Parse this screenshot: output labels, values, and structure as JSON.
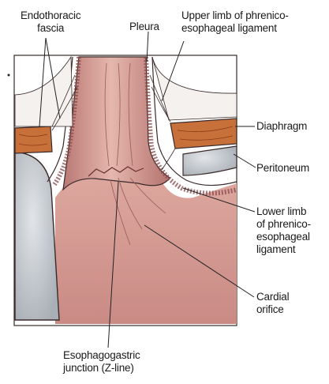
{
  "labels": {
    "endothoracic_fascia": [
      "Endothoracic",
      "fascia"
    ],
    "pleura": [
      "Pleura"
    ],
    "upper_limb": [
      "Upper limb of phrenico-",
      "esophageal ligament"
    ],
    "diaphragm": [
      "Diaphragm"
    ],
    "peritoneum": [
      "Peritoneum"
    ],
    "lower_limb": [
      "Lower limb",
      "of phrenico-",
      "esophageal",
      "ligament"
    ],
    "cardial_orifice": [
      "Cardial",
      "orifice"
    ],
    "ez_junction": [
      "Esophagogastric",
      "junction (Z-line)"
    ]
  },
  "colors": {
    "mucosa": "#c98b86",
    "mucosa_light": "#e7bdb4",
    "stomach": "#d39a92",
    "diaphragm_muscle": "#c8703a",
    "fluid_sac": "#c7ccd1",
    "outline": "#2a1a1a",
    "leader": "#222222"
  }
}
